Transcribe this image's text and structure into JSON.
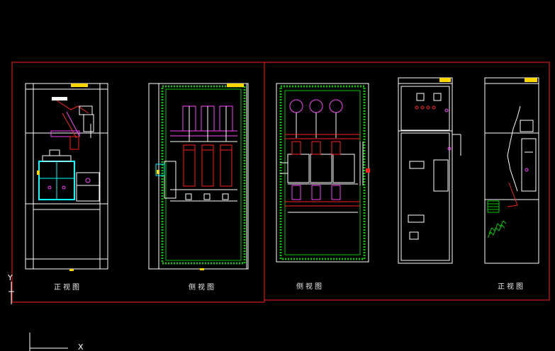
{
  "colors": {
    "background": "#000000",
    "frame": "#ff2020",
    "cabinet": "#ffffff",
    "accent_green": "#00c800",
    "accent_yellow": "#ffd800",
    "accent_cyan": "#00ffff",
    "accent_magenta": "#ff40ff",
    "accent_red": "#ff2020"
  },
  "views": [
    {
      "label": "正视图"
    },
    {
      "label": "侧视图"
    },
    {
      "label": "侧视图"
    },
    {
      "label": "正视图"
    }
  ],
  "axis": {
    "x_label": "X",
    "y_label": "Y"
  }
}
